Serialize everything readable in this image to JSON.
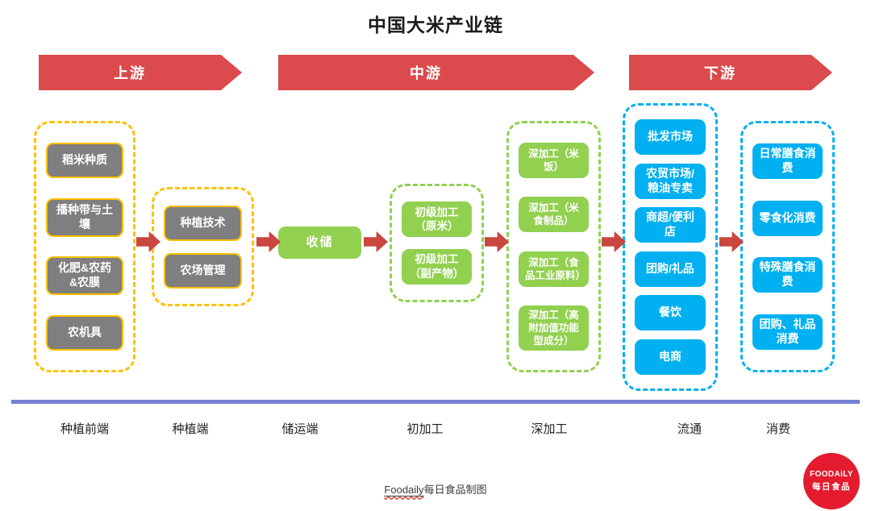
{
  "title": "中国大米产业链",
  "banners": [
    {
      "id": "upstream",
      "label": "上游"
    },
    {
      "id": "midstream",
      "label": "中游"
    },
    {
      "id": "downstream",
      "label": "下游"
    }
  ],
  "columns": [
    {
      "id": "planting-front",
      "style": "yellow",
      "boxes": [
        "稻米种质",
        "播种带与土壤",
        "化肥&农药&农膜",
        "农机具"
      ]
    },
    {
      "id": "planting",
      "style": "yellow",
      "boxes": [
        "种植技术",
        "农场管理"
      ]
    },
    {
      "id": "storage",
      "style": "green-solid",
      "boxes": [
        "收储"
      ]
    },
    {
      "id": "primary-processing",
      "style": "green",
      "boxes": [
        "初级加工（原米）",
        "初级加工（副产物）"
      ]
    },
    {
      "id": "deep-processing",
      "style": "green",
      "boxes": [
        "深加工（米饭）",
        "深加工（米食制品）",
        "深加工（食品工业原料）",
        "深加工（高附加值功能型成分）"
      ]
    },
    {
      "id": "distribution",
      "style": "blue",
      "boxes": [
        "批发市场",
        "农贸市场/粮油专卖",
        "商超/便利店",
        "团购/礼品",
        "餐饮",
        "电商"
      ]
    },
    {
      "id": "consumption",
      "style": "blue",
      "boxes": [
        "日常膳食消费",
        "零食化消费",
        "特殊膳食消费",
        "团购、礼品消费"
      ]
    }
  ],
  "stage_labels": [
    "种植前端",
    "种植端",
    "储运端",
    "初加工",
    "深加工",
    "流通",
    "消费"
  ],
  "footer": {
    "credit_link": "Foodaily",
    "credit_text": "每日食品制图"
  },
  "logo": {
    "line1": "FOODAiLY",
    "line2": "每日食品"
  },
  "colors": {
    "banner_red": "#DB4A4C",
    "arrow_red": "#C9473F",
    "yellow": "#FFC000",
    "gray_fill": "#7F7F7F",
    "green": "#92D050",
    "blue": "#00B0F0",
    "axis_line": "#7480D2",
    "logo_red": "#E41B2E"
  }
}
